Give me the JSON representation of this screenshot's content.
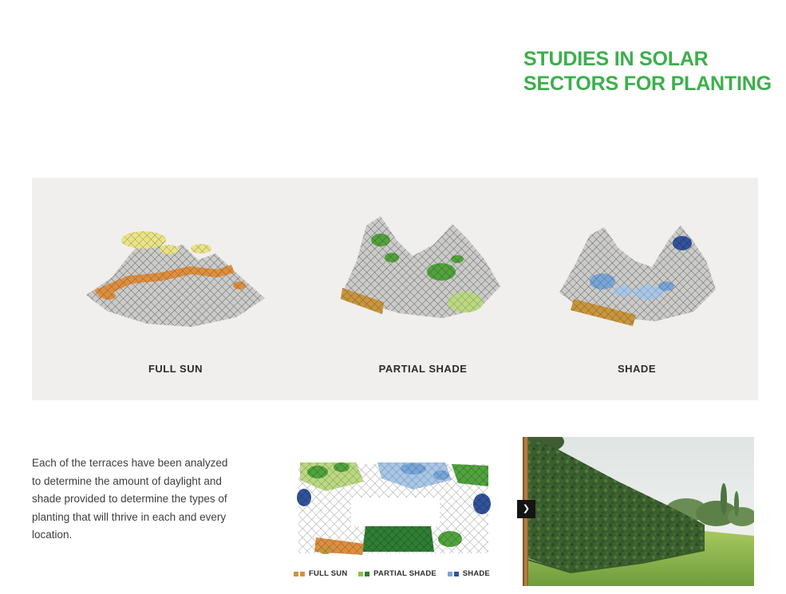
{
  "header": {
    "title_line1": "STUDIES IN SOLAR",
    "title_line2": "SECTORS FOR PLANTING",
    "title_color": "#3caf4c"
  },
  "solar_band": {
    "background": "#f0efed",
    "figures": [
      {
        "label": "FULL SUN",
        "accent_colors": [
          "#e9e38a",
          "#dd8f41"
        ]
      },
      {
        "label": "PARTIAL SHADE",
        "accent_colors": [
          "#53a23f",
          "#bcd885"
        ]
      },
      {
        "label": "SHADE",
        "accent_colors": [
          "#7aa6d6",
          "#32529a"
        ]
      }
    ]
  },
  "description": {
    "text": "Each of the terraces have been analyzed to determine the amount of daylight and shade provided to determine the types of planting that will thrive in each and every location."
  },
  "legend": {
    "items": [
      {
        "label": "FULL SUN",
        "colors": [
          "#c8963f",
          "#dd8f41"
        ]
      },
      {
        "label": "PARTIAL SHADE",
        "colors": [
          "#8fbf4d",
          "#2e7d33"
        ]
      },
      {
        "label": "SHADE",
        "colors": [
          "#7aa6d6",
          "#32529a"
        ]
      }
    ]
  },
  "carousel": {
    "next_symbol": "❯"
  }
}
